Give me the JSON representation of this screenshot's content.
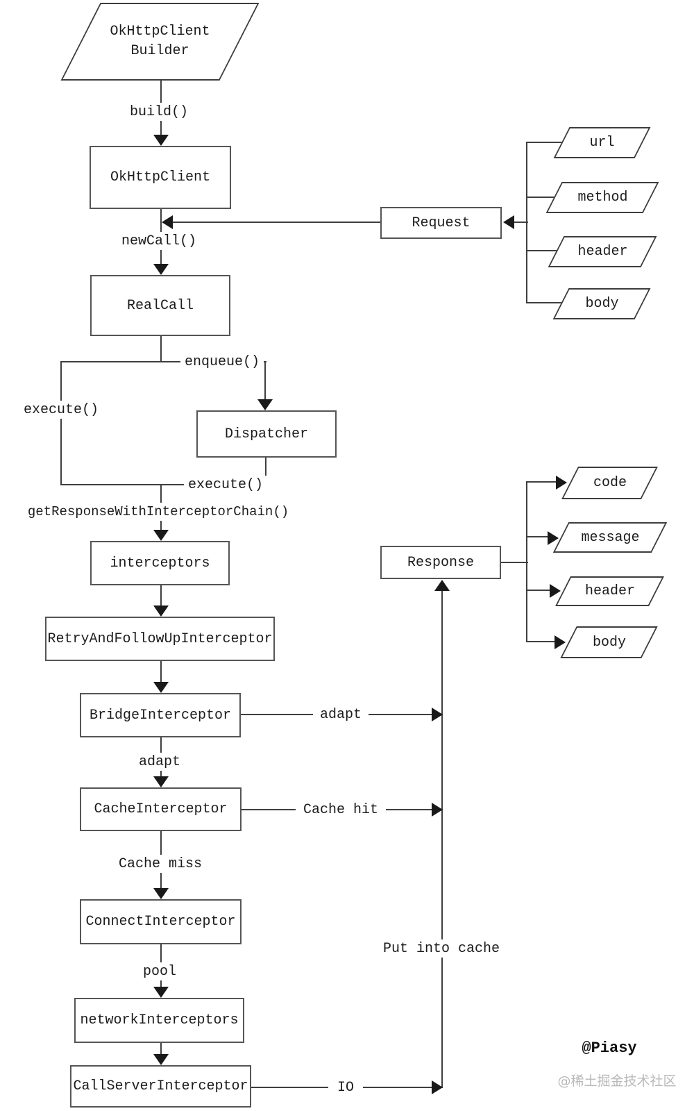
{
  "diagram": {
    "title_hint": "OkHttp request flow diagram",
    "nodes": {
      "builder": {
        "label_line1": "OkHttpClient",
        "label_line2": "Builder"
      },
      "okhttpclient": {
        "label": "OkHttpClient"
      },
      "realcall": {
        "label": "RealCall"
      },
      "dispatcher": {
        "label": "Dispatcher"
      },
      "interceptors": {
        "label": "interceptors"
      },
      "retry": {
        "label": "RetryAndFollowUpInterceptor"
      },
      "bridge": {
        "label": "BridgeInterceptor"
      },
      "cache": {
        "label": "CacheInterceptor"
      },
      "connect": {
        "label": "ConnectInterceptor"
      },
      "network": {
        "label": "networkInterceptors"
      },
      "callserver": {
        "label": "CallServerInterceptor"
      },
      "request": {
        "label": "Request",
        "fields": [
          "url",
          "method",
          "header",
          "body"
        ]
      },
      "response": {
        "label": "Response",
        "fields": [
          "code",
          "message",
          "header",
          "body"
        ]
      }
    },
    "edge_labels": {
      "build": "build()",
      "new_call": "newCall()",
      "enqueue": "enqueue()",
      "execute_left": "execute()",
      "execute_right": "execute()",
      "get_response_chain": "getResponseWithInterceptorChain()",
      "adapt_down": "adapt",
      "adapt_right": "adapt",
      "cache_hit": "Cache hit",
      "cache_miss": "Cache miss",
      "pool": "pool",
      "io": "IO",
      "put_into_cache": "Put into cache"
    },
    "credits": {
      "author": "@Piasy",
      "watermark": "@稀土掘金技术社区"
    },
    "colors": {
      "background": "#ffffff",
      "line": "#3f3f3f",
      "box_border": "#555555",
      "arrow": "#191919",
      "text": "#1c1c1c",
      "watermark": "#b9b9b9"
    }
  }
}
